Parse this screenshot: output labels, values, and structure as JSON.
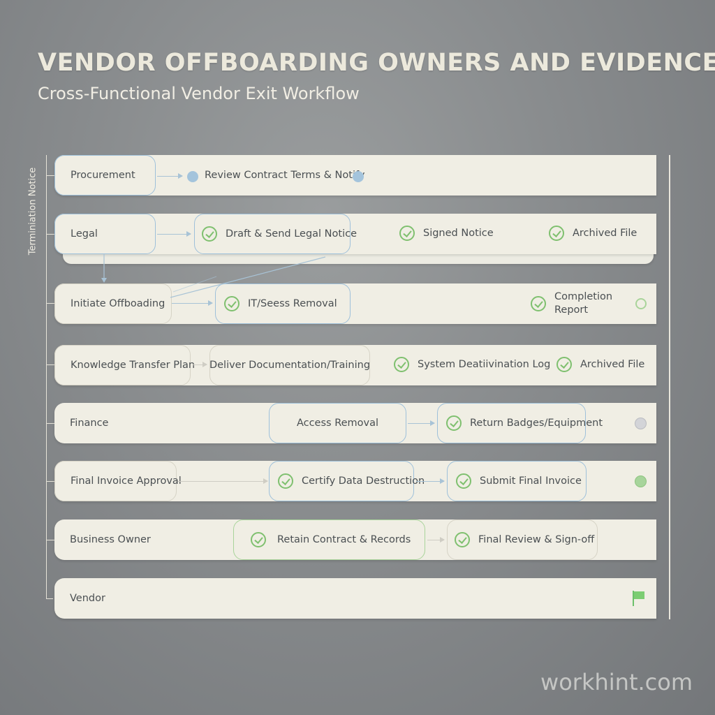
{
  "header": {
    "title": "VENDOR OFFBOARDING OWNERS AND EVIDENCE",
    "subtitle": "Cross-Functional Vendor Exit Workflow"
  },
  "side_label": "Terminiation Notice",
  "lanes": {
    "procurement": {
      "owner": "Procurement",
      "step": "Review Contract Terms & Notify"
    },
    "legal": {
      "owner": "Legal",
      "step": "Draft & Send Legal Notice",
      "evidence1": "Signed Notice",
      "evidence2": "Archived File"
    },
    "initiate": {
      "owner": "Initiate Offboading",
      "step": "IT/Seess Removal",
      "evidence_line1": "Completion",
      "evidence_line2": "Report"
    },
    "knowledge": {
      "owner": "Knowledge Transfer Plan",
      "step": "Deliver Documentation/Training",
      "evidence1": "System Deatiivination Log",
      "evidence2": "Archived File"
    },
    "finance": {
      "owner": "Finance",
      "step1": "Access Removal",
      "step2": "Return Badges/Equipment"
    },
    "final_invoice": {
      "owner": "Final Invoice Approval",
      "step1": "Certify Data Destruction",
      "step2": "Submit Final Invoice"
    },
    "business_owner": {
      "owner": "Business Owner",
      "step1": "Retain Contract & Records",
      "step2": "Final Review & Sign-off"
    },
    "vendor": {
      "owner": "Vendor"
    }
  },
  "watermark": "workhint.com",
  "colors": {
    "accent_blue": "#9ec0da",
    "accent_green": "#7fc06f",
    "lane_bg": "#f0eee4",
    "status_grey": "#cfd0d4"
  },
  "icons": {
    "evidence": "check-circle-icon",
    "status": "status-dot-icon",
    "end": "flag-icon"
  }
}
